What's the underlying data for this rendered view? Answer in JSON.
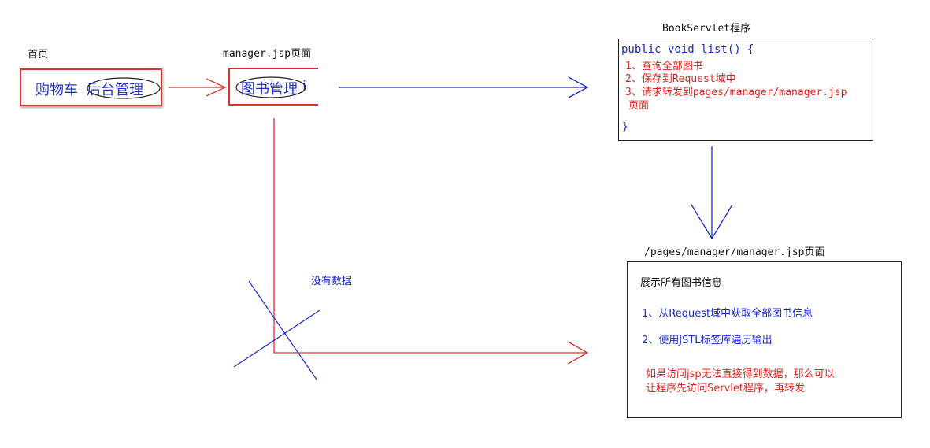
{
  "home": {
    "label": "首页",
    "box_text_1": "购物车",
    "box_text_2": "后台管理"
  },
  "manager_page": {
    "label": "manager.jsp页面",
    "box_text": "图书管理",
    "box_text_cut": "i"
  },
  "servlet": {
    "title": "BookServlet程序",
    "signature": "public void list() {",
    "steps": [
      "1、查询全部图书",
      "2、保存到Request域中",
      "3、请求转发到pages/manager/manager.jsp",
      "页面"
    ],
    "closing": "}"
  },
  "result_page": {
    "label": "/pages/manager/manager.jsp页面",
    "heading": "展示所有图书信息",
    "items": [
      "1、从Request域中获取全部图书信息",
      "2、使用JSTL标签库遍历输出"
    ],
    "note": [
      "如果访问jsp无法直接得到数据，那么可以",
      "让程序先访问Servlet程序，再转发"
    ]
  },
  "no_data": "没有数据",
  "colors": {
    "red": "#d9342b",
    "blue": "#1a2acc",
    "black": "#222222"
  }
}
